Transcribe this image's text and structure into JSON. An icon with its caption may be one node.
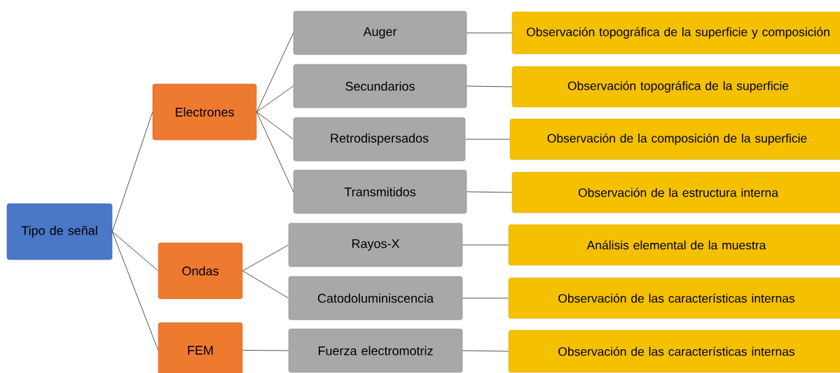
{
  "diagram": {
    "nodes": [
      {
        "text": [
          "Tipo de señal"
        ]
      },
      {
        "text": [
          "Electrones"
        ]
      },
      {
        "text": [
          "Ondas"
        ]
      },
      {
        "text": [
          "FEM"
        ]
      },
      {
        "text": [
          "Auger"
        ]
      },
      {
        "text": [
          "Secundarios"
        ]
      },
      {
        "text": [
          "Retrodispersados"
        ]
      },
      {
        "text": [
          "Transmitidos"
        ]
      },
      {
        "text": [
          "Rayos-X"
        ]
      },
      {
        "text": [
          "Catodoluminiscencia"
        ]
      },
      {
        "text": [
          "Fuerza electromotriz"
        ]
      },
      {
        "text": [
          "Observación topográfica de la superficie y composición"
        ]
      },
      {
        "text": [
          "Observación topográfica de la superficie"
        ]
      },
      {
        "text": [
          "Observación de la composición de la superficie"
        ]
      },
      {
        "text": [
          "Observación de la estructura interna"
        ]
      },
      {
        "text": [
          "Análisis elemental de la muestra"
        ]
      },
      {
        "text": [
          "Observación de las características internas"
        ]
      },
      {
        "text": [
          "Observación de las características internas"
        ]
      }
    ],
    "edges": [
      {
        "from": 0,
        "to": 1,
        "arrow": "none"
      },
      {
        "from": 0,
        "to": 2,
        "arrow": "none"
      },
      {
        "from": 0,
        "to": 3,
        "arrow": "none"
      },
      {
        "from": 1,
        "to": 4,
        "arrow": "none"
      },
      {
        "from": 1,
        "to": 5,
        "arrow": "none"
      },
      {
        "from": 1,
        "to": 6,
        "arrow": "none"
      },
      {
        "from": 1,
        "to": 7,
        "arrow": "none"
      },
      {
        "from": 2,
        "to": 8,
        "arrow": "none"
      },
      {
        "from": 2,
        "to": 9,
        "arrow": "none"
      },
      {
        "from": 3,
        "to": 10,
        "arrow": "none"
      },
      {
        "from": 4,
        "to": 11,
        "arrow": "none"
      },
      {
        "from": 5,
        "to": 12,
        "arrow": "none"
      },
      {
        "from": 6,
        "to": 13,
        "arrow": "none"
      },
      {
        "from": 7,
        "to": 14,
        "arrow": "none"
      },
      {
        "from": 8,
        "to": 15,
        "arrow": "none"
      },
      {
        "from": 9,
        "to": 16,
        "arrow": "none"
      },
      {
        "from": 10,
        "to": 17,
        "arrow": "none"
      }
    ]
  }
}
